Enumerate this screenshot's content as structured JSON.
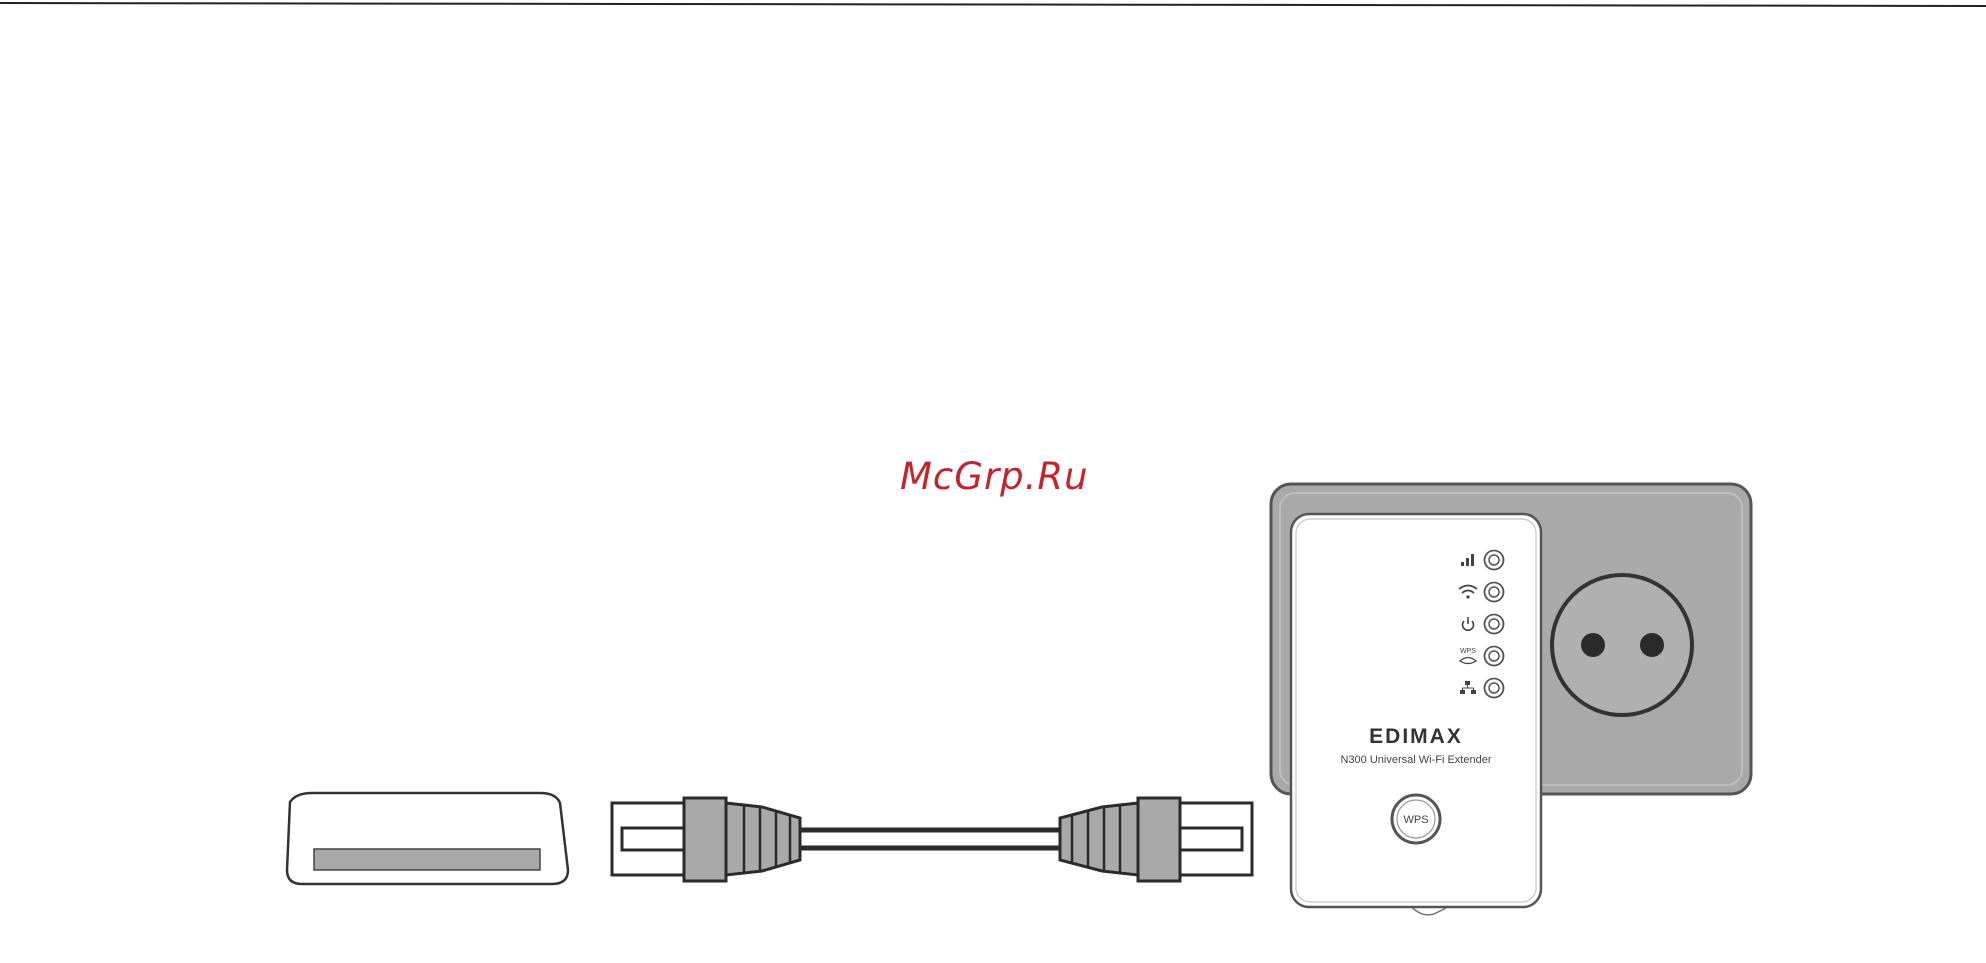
{
  "watermark": "McGrp.Ru",
  "extender": {
    "brand": "EDIMAX",
    "model_label": "N300 Universal Wi-Fi Extender",
    "wps_button_label": "WPS",
    "led_indicators": [
      {
        "icon": "signal-strength-icon"
      },
      {
        "icon": "wifi-icon"
      },
      {
        "icon": "power-icon"
      },
      {
        "icon": "wps-icon",
        "text": "WPS"
      },
      {
        "icon": "lan-icon"
      }
    ]
  },
  "colors": {
    "watermark": "#c4242b",
    "outlet_plate": "#a9a9a9",
    "outline": "#333333",
    "device_body": "#ffffff"
  }
}
